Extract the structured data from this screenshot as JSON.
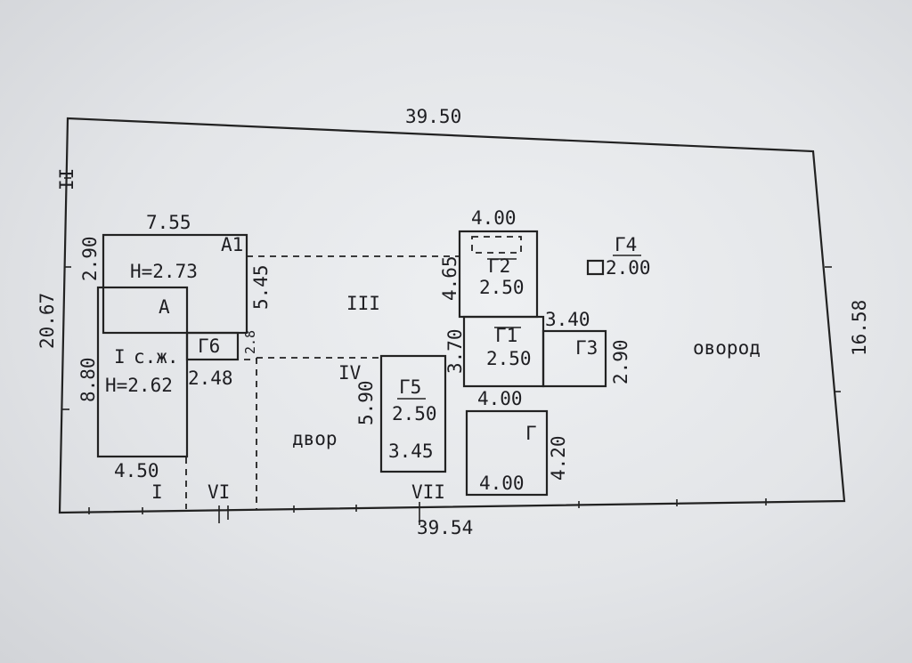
{
  "plot": {
    "top_length": "39.50",
    "bottom_length": "39.54",
    "left_height": "20.67",
    "right_height": "16.58",
    "roman_ii": "II",
    "zone_iii": "III",
    "zone_iv": "IV",
    "mark_i": "I",
    "mark_vi": "VI",
    "mark_vii": "VII",
    "yard": "двор",
    "garden": "овород"
  },
  "buildings": {
    "house_a": {
      "label": "A",
      "height": "H=2.62",
      "width_bottom": "4.50",
      "side": "8.80",
      "roman": "I",
      "note": "с.ж."
    },
    "annex_a1": {
      "label": "A1",
      "width_top": "7.55",
      "side_left": "2.90",
      "side_right": "5.45",
      "height": "H=2.73"
    },
    "g6": {
      "label": "Г6",
      "value": "2.48",
      "side": "2.8"
    },
    "g5": {
      "label": "Г5",
      "value": "2.50",
      "width": "3.45",
      "side": "5.90"
    },
    "g2": {
      "label": "Г2",
      "value": "2.50",
      "width_top": "4.00",
      "side": "4.65"
    },
    "g1": {
      "label": "Г1",
      "value": "2.50",
      "side": "3.70",
      "width_bottom": "4.00"
    },
    "g3": {
      "label": "Г3",
      "width": "3.40",
      "side": "2.90"
    },
    "g4": {
      "label": "Г4",
      "value": "2.00"
    },
    "g": {
      "label": "Г",
      "width": "4.00",
      "side": "4.20"
    }
  }
}
